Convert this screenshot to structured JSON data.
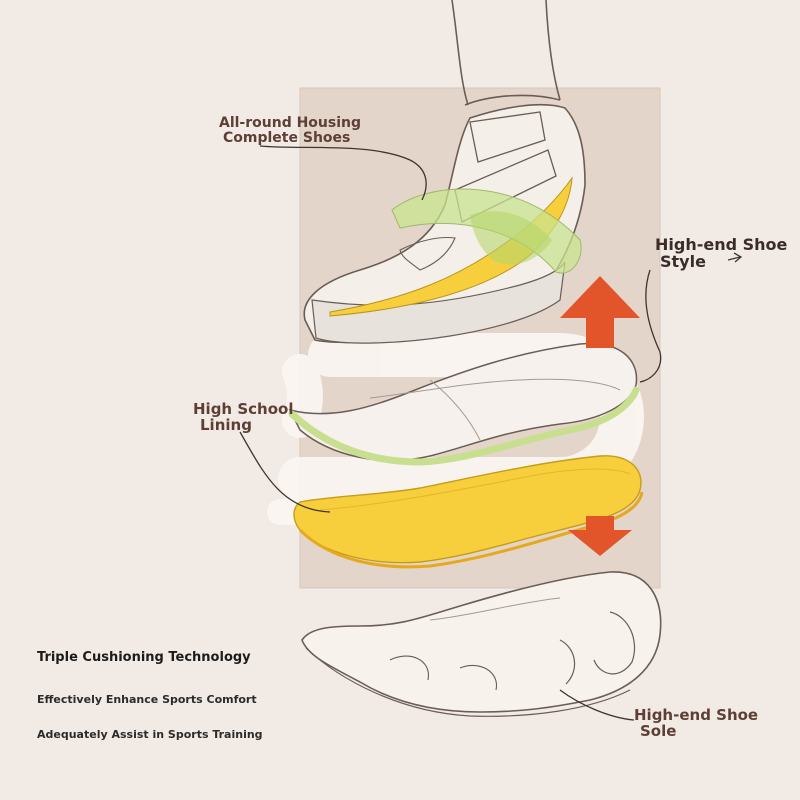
{
  "labels": {
    "housing_line1": "All-round Housing",
    "housing_line2": "Complete Shoes",
    "style_line1": "High-end Shoe",
    "style_line2": "Style",
    "lining_line1": "High School",
    "lining_line2": "Lining",
    "sole_line1": "High-end Shoe",
    "sole_line2": "Sole"
  },
  "features": {
    "title": "Triple Cushioning Technology",
    "line1": "Effectively Enhance Sports Comfort",
    "line2": "Adequately Assist in Sports Training"
  },
  "colors": {
    "background": "#f2ebe5",
    "panel": "#e3d5ca",
    "arrow": "#e2552a",
    "insole_yellow": "#f7cf3c",
    "lining_green": "#cfe3a0",
    "sketch_line": "#6b5d55",
    "label_brown": "#5d3f35"
  },
  "icons": {
    "up_arrow": "up-arrow-icon",
    "down_arrow": "down-arrow-icon",
    "leader_arrow": "leader-arrow-icon"
  }
}
